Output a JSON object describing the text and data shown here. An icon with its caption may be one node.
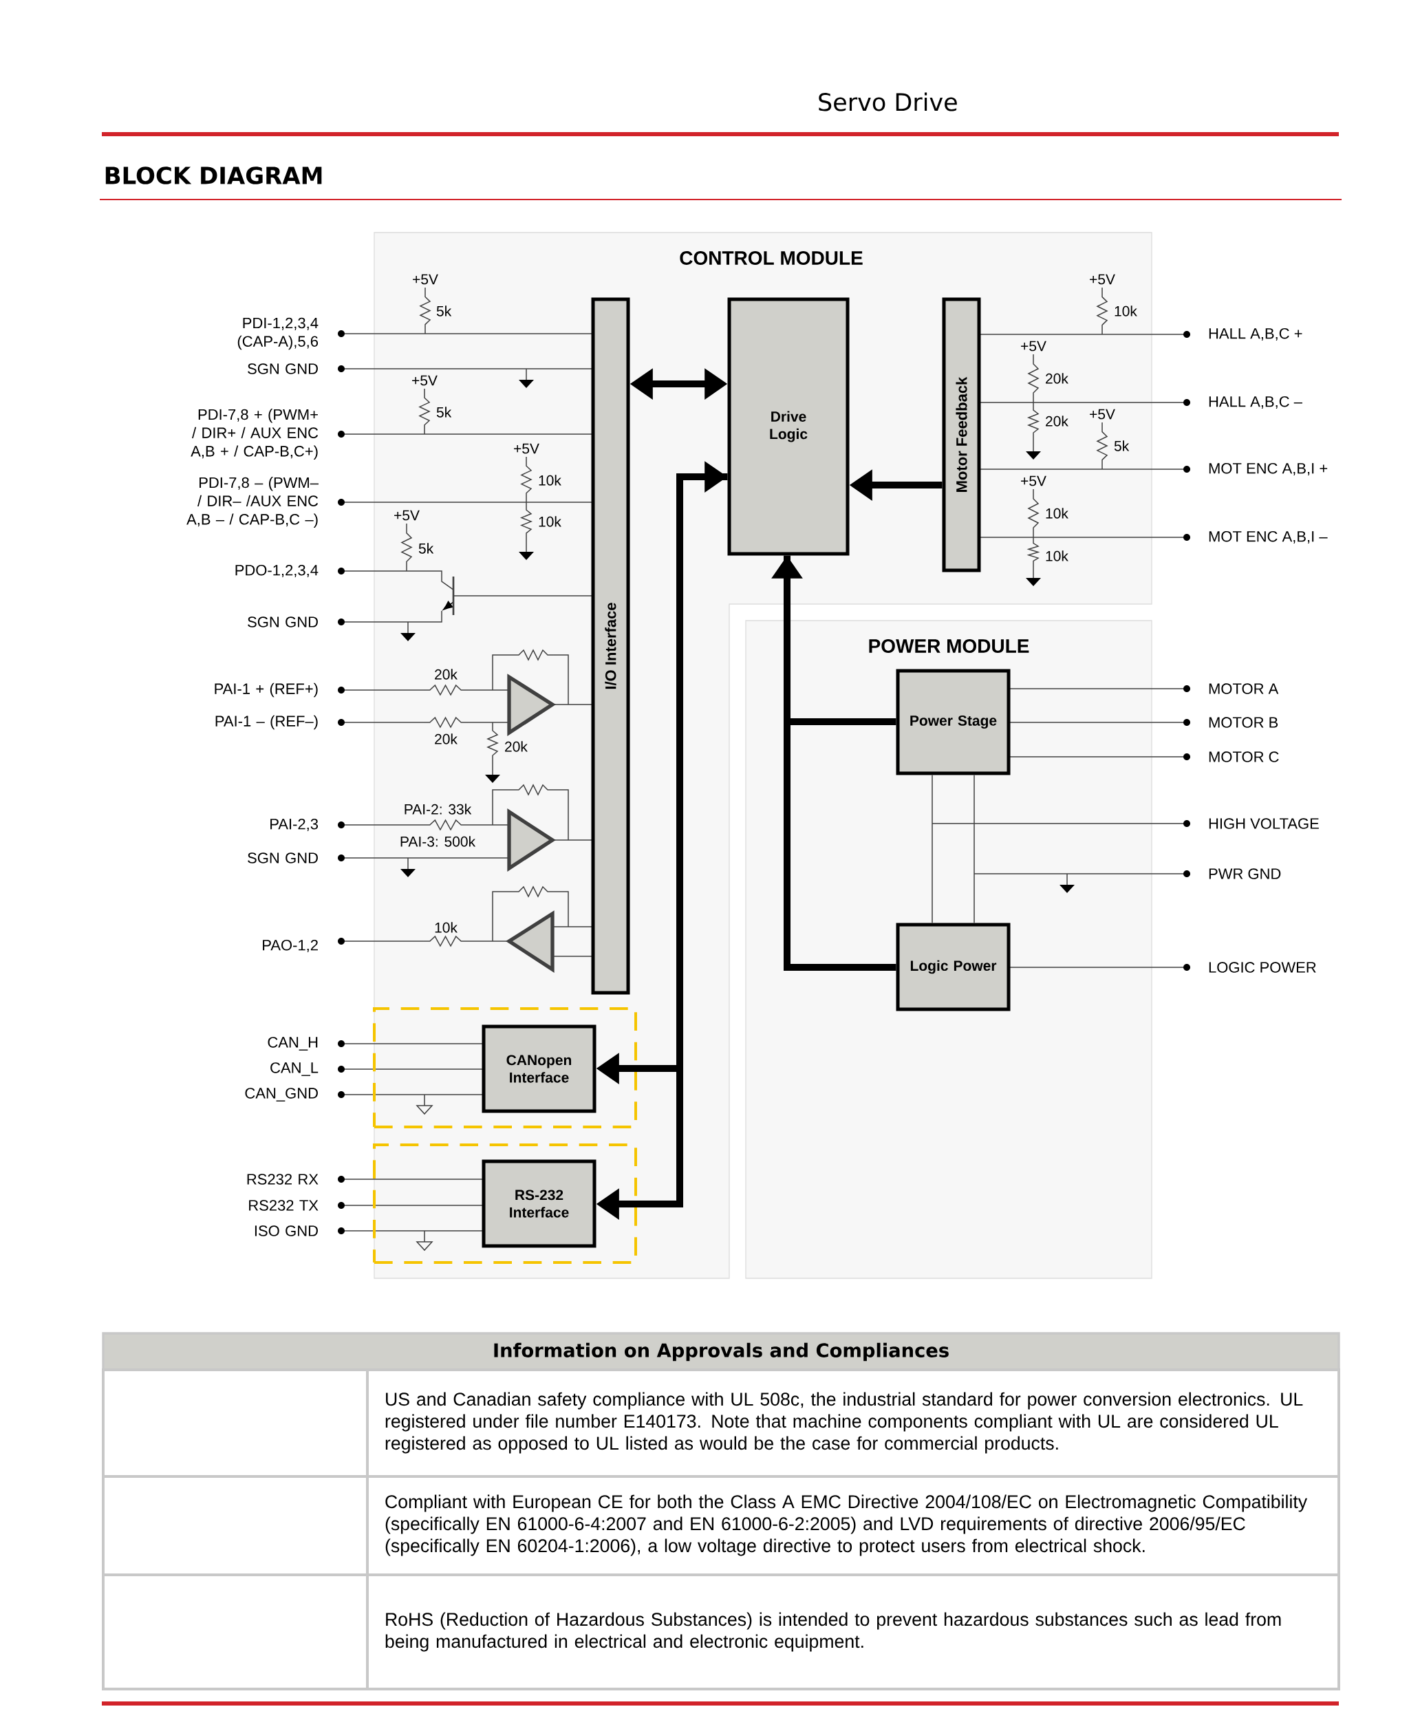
{
  "diagram": {
    "title": "BLOCK DIAGRAM",
    "nodes": [
      {
        "text": [
          "CONTROL MODULE"
        ]
      },
      {
        "text": [
          "I/O Interface"
        ],
        "in": 0
      },
      {
        "text": [
          "Drive Logic"
        ],
        "in": 0
      },
      {
        "text": [
          "Motor Feedback"
        ],
        "in": 0
      },
      {
        "text": [
          "POWER MODULE"
        ]
      },
      {
        "text": [
          "Power Stage"
        ],
        "in": 4
      },
      {
        "text": [
          "Logic Power"
        ],
        "in": 4
      },
      {
        "text": [],
        "shape": "box",
        "in": 0
      },
      {
        "text": [
          "CANopen Interface"
        ],
        "in": 7
      },
      {
        "text": [],
        "shape": "box",
        "in": 0
      },
      {
        "text": [
          "RS-232 Interface"
        ],
        "in": 9
      }
    ],
    "edges": [
      {
        "from": 1,
        "to": 2,
        "arrow": "both"
      },
      {
        "from": 3,
        "to": 2,
        "arrow": "to"
      },
      {
        "from": 8,
        "to": 2,
        "arrow": "both"
      },
      {
        "from": 10,
        "to": 2,
        "arrow": "both"
      },
      {
        "from": 5,
        "to": 2,
        "arrow": "to"
      },
      {
        "from": 6,
        "to": 2,
        "arrow": "to"
      },
      {
        "from": 5,
        "to": 6,
        "arrow": "none"
      },
      {
        "from": 5,
        "to": 6,
        "arrow": "none"
      }
    ],
    "labels": [
      "Servo Drive",
      "PDI-1,2,3,4 (CAP-A),5,6",
      "SGN GND",
      "PDI-7,8 + (PWM+ / DIR+ / AUX ENC A,B + / CAP-B,C+)",
      "PDI-7,8 – (PWM– / DIR– /AUX ENC A,B – / CAP-B,C –)",
      "PDO-1,2,3,4",
      "SGN GND",
      "PAI-1 + (REF+)",
      "PAI-1 – (REF–)",
      "PAI-2,3",
      "SGN GND",
      "PAO-1,2",
      "CAN_H",
      "CAN_L",
      "CAN_GND",
      "RS232 RX",
      "RS232 TX",
      "ISO GND",
      "HALL A,B,C +",
      "HALL A,B,C –",
      "MOT ENC A,B,I +",
      "MOT ENC A,B,I –",
      "MOTOR A",
      "MOTOR B",
      "MOTOR C",
      "HIGH VOLTAGE",
      "PWR GND",
      "LOGIC POWER",
      "+5V",
      "5k",
      "+5V",
      "5k",
      "+5V",
      "10k",
      "10k",
      "+5V",
      "5k",
      "20k",
      "20k",
      "20k",
      "PAI-2: 33k",
      "PAI-3: 500k",
      "10k",
      "+5V",
      "10k",
      "+5V",
      "20k",
      "20k",
      "+5V",
      "5k",
      "+5V",
      "10k",
      "10k",
      "Information on Approvals and Compliances",
      "US and Canadian safety compliance with UL 508c, the industrial standard for power conversion electronics.  UL registered under file number E140173.  Note that machine components compliant with UL are considered UL registered as opposed to UL listed as would be the case for commercial products.",
      "Compliant with European CE for both the Class A EMC Directive 2004/108/EC on Electromagnetic Compatibility (specifically EN 61000-6-4:2007 and EN 61000-6-2:2005) and LVD requirements of directive 2006/95/EC (specifically EN 60204-1:2006), a low voltage directive to protect users from electrical shock.",
      "RoHS (Reduction of Hazardous Substances) is intended to prevent hazardous substances such as lead from being manufactured in electrical and electronic equipment."
    ]
  }
}
